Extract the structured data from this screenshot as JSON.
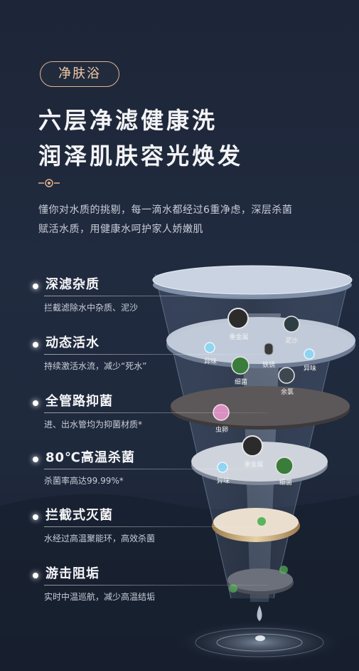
{
  "badge": "净肤浴",
  "title_line1": "六层净滤健康洗",
  "title_line2": "润泽肌肤容光焕发",
  "intro_line1": "懂你对水质的挑剔，每一滴水都经过6重净虑，深层杀菌",
  "intro_line2": "赋活水质，用健康水呵护家人娇嫩肌",
  "layers": [
    {
      "name": "深滤杂质",
      "desc": "拦截滤除水中杂质、泥沙"
    },
    {
      "name": "动态活水",
      "desc": "持续激活水流，减少“死水”"
    },
    {
      "name": "全管路抑菌",
      "desc": "进、出水管均为抑菌材质*"
    },
    {
      "name": "80℃高温杀菌",
      "desc": "杀菌率高达99.99%*"
    },
    {
      "name": "拦截式灭菌",
      "desc": "水经过高温聚能环，高效杀菌"
    },
    {
      "name": "游击阻垢",
      "desc": "实时中温巡航，减少高温结垢"
    }
  ],
  "microbes": {
    "heavy_metal": "重金属",
    "sludge": "泥沙",
    "odor": "异味",
    "rust": "铁锈",
    "bacteria": "细菌",
    "chlorine": "余氯",
    "egg": "虫卵"
  },
  "colors": {
    "accent": "#e0b38f",
    "bg": "#1f293c"
  }
}
